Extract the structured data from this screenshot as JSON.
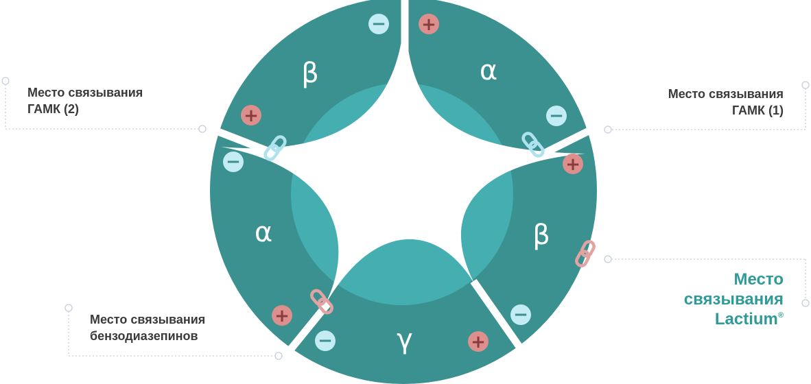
{
  "labels": {
    "gaba_2": [
      "Место связывания",
      "ГАМК (2)"
    ],
    "gaba_1": [
      "Место связывания",
      "ГАМК (1)"
    ],
    "benzodiazepines": [
      "Место связывания",
      "бензодиазепинов"
    ],
    "lactium": {
      "lines": [
        "Место",
        "связывания",
        "Lactium"
      ],
      "trademark": "®"
    }
  },
  "subunits": [
    {
      "id": "beta_top_left",
      "letter": "β"
    },
    {
      "id": "alpha_top_right",
      "letter": "α"
    },
    {
      "id": "beta_right",
      "letter": "β"
    },
    {
      "id": "gamma_bottom",
      "letter": "γ"
    },
    {
      "id": "alpha_left",
      "letter": "α"
    }
  ],
  "signs": {
    "minus": "−",
    "plus": "+"
  },
  "colors": {
    "segment": "#3a9190",
    "inner_ring": "#44aeb0",
    "minus_badge": "#c3ecf5",
    "minus_sign": "#3c8e90",
    "plus_badge": "#dc8f8d",
    "plus_sign": "#8a3c3c",
    "link_blue": "#aee2ef",
    "link_pink": "#e2a3a2",
    "lactium_text": "#2e9b96",
    "label_text": "#3a3a3a",
    "leader": "#c9cbe2"
  }
}
